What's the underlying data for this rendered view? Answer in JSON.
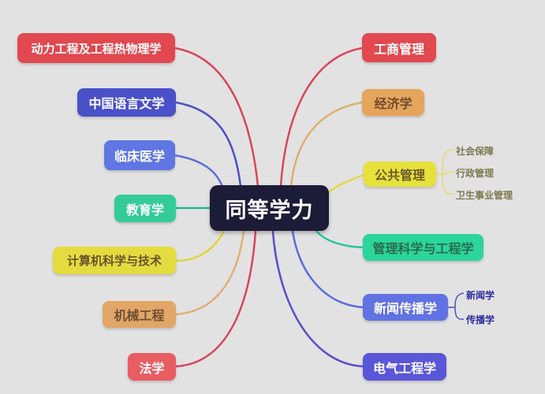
{
  "background": "#e3e2e2",
  "center": {
    "label": "同等学力",
    "bg": "#1c1c38",
    "text_color": "#ffffff"
  },
  "left_branches": [
    {
      "label": "动力工程及工程热物理学",
      "bg": "#e1484f",
      "text_color": "#ffffff",
      "line_color": "#d8465a"
    },
    {
      "label": "中国语言文学",
      "bg": "#4a50c8",
      "text_color": "#ffffff",
      "line_color": "#4d4fc4"
    },
    {
      "label": "临床医学",
      "bg": "#5f76e3",
      "text_color": "#ffffff",
      "line_color": "#5c6fd8"
    },
    {
      "label": "教育学",
      "bg": "#33cc99",
      "text_color": "#ffffff",
      "line_color": "#1fb99a"
    },
    {
      "label": "计算机科学与技术",
      "bg": "#e4dc3e",
      "text_color": "#6e512e",
      "line_color": "#ddd53a"
    },
    {
      "label": "机械工程",
      "bg": "#e2a666",
      "text_color": "#6e4f33",
      "line_color": "#ddb079"
    },
    {
      "label": "法学",
      "bg": "#e85d62",
      "text_color": "#ffffff",
      "line_color": "#d6455f"
    }
  ],
  "right_branches": [
    {
      "label": "工商管理",
      "bg": "#e1484f",
      "text_color": "#ffffff",
      "line_color": "#d8465a",
      "children": []
    },
    {
      "label": "经济学",
      "bg": "#e5a55d",
      "text_color": "#6e4a2d",
      "line_color": "#dbaf72",
      "children": []
    },
    {
      "label": "公共管理",
      "bg": "#e7e13b",
      "text_color": "#6b5a2a",
      "line_color": "#e0da45",
      "children_text_color": "#7c7c52",
      "children": [
        {
          "label": "社会保障"
        },
        {
          "label": "行政管理"
        },
        {
          "label": "卫生事业管理"
        }
      ]
    },
    {
      "label": "管理科学与工程学",
      "bg": "#2bd59c",
      "text_color": "#2a6b52",
      "line_color": "#21c89a",
      "children": []
    },
    {
      "label": "新闻传播学",
      "bg": "#6173e2",
      "text_color": "#ffffff",
      "line_color": "#5b6cdb",
      "children_text_color": "#2d2da0",
      "children": [
        {
          "label": "新闻学"
        },
        {
          "label": "传播学"
        }
      ]
    },
    {
      "label": "电气工程学",
      "bg": "#5a56d8",
      "text_color": "#ffffff",
      "line_color": "#5a50c8",
      "children": []
    }
  ]
}
